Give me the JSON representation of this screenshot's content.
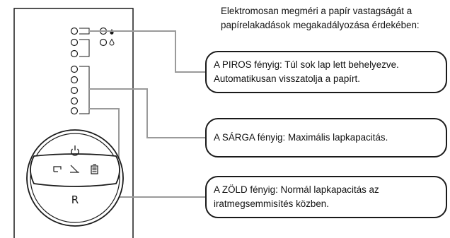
{
  "intro": {
    "line1": "Elektromosan megméri a papír vastagságát a",
    "line2": "papírelakadások megakadályozása érdekében:"
  },
  "callouts": {
    "red": {
      "line1": "A PIROS fényig: Túl sok lap lett behelyezve.",
      "line2": "Automatikusan visszatolja a papírt."
    },
    "yellow": {
      "line1": "A SÁRGA fényig: Maximális lapkapacitás."
    },
    "green": {
      "line1": "A ZÖLD fényig: Normál lapkapacitás az",
      "line2": "iratmegsemmisítés közben."
    }
  },
  "dial": {
    "reverse_label": "R"
  },
  "icons": {
    "power": "power-icon",
    "paper_drop": "paper-drop-icon",
    "water_drop": "water-drop-icon",
    "door": "door-open-icon",
    "overheat": "overheat-icon",
    "bin_full": "bin-full-icon"
  },
  "colors": {
    "line": "#1a1a1a",
    "leader": "#9a9a9a",
    "panel_fill": "#ffffff"
  }
}
